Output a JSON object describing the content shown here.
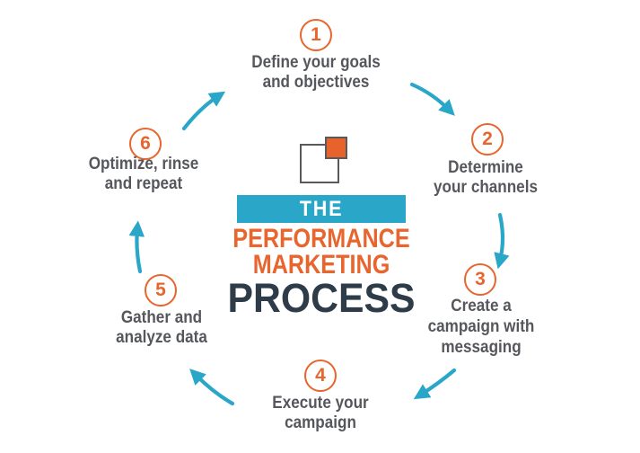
{
  "title": {
    "prefix": "THE",
    "line1": "PERFORMANCE",
    "line2": "MARKETING",
    "line3": "PROCESS"
  },
  "logo": {
    "description": "overlapping-squares-logo",
    "square_color": "#E8632C"
  },
  "steps": [
    {
      "number": "1",
      "label": "Define your goals\nand objectives"
    },
    {
      "number": "2",
      "label": "Determine\nyour channels"
    },
    {
      "number": "3",
      "label": "Create a\ncampaign with\nmessaging"
    },
    {
      "number": "4",
      "label": "Execute your\ncampaign"
    },
    {
      "number": "5",
      "label": "Gather and\nanalyze data"
    },
    {
      "number": "6",
      "label": "Optimize, rinse\nand repeat"
    }
  ],
  "colors": {
    "teal": "#2AA7C8",
    "orange": "#E8652D",
    "navy": "#2E3B49",
    "text_gray": "#55575C"
  },
  "arrows": [
    {
      "name": "arrow-step1-to-step2"
    },
    {
      "name": "arrow-step2-to-step3"
    },
    {
      "name": "arrow-step3-to-step4"
    },
    {
      "name": "arrow-step4-to-step5"
    },
    {
      "name": "arrow-step5-to-step6"
    },
    {
      "name": "arrow-step6-to-step1"
    }
  ]
}
